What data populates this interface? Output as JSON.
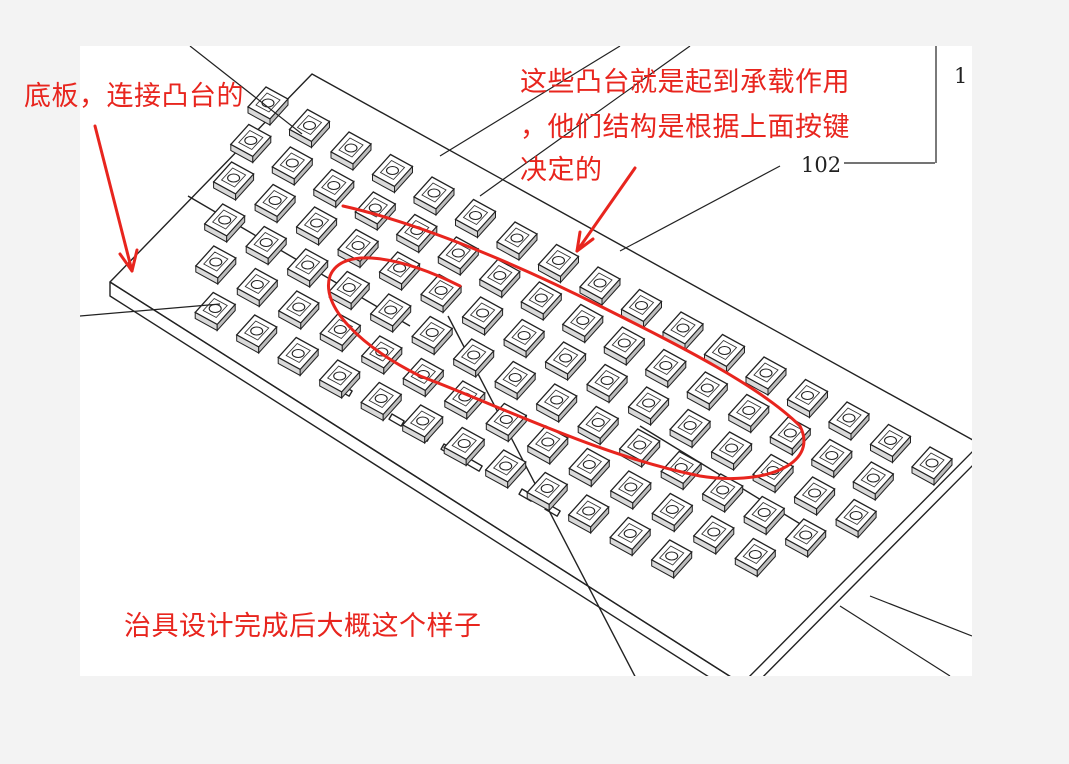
{
  "annotations": {
    "base_plate": "底板，连接凸台的",
    "bosses_line1": "这些凸台就是起到承载作用",
    "bosses_line2": "，他们结构是根据上面按键",
    "bosses_line3": "决定的",
    "caption": "治具设计完成后大概这个样子"
  },
  "reference_numbers": {
    "part_102": "102",
    "part_1": "1"
  },
  "colors": {
    "annotation_red": "#e8251e",
    "line_black": "#222222",
    "page_background": "#f3f3f3",
    "card_background": "#ffffff"
  }
}
